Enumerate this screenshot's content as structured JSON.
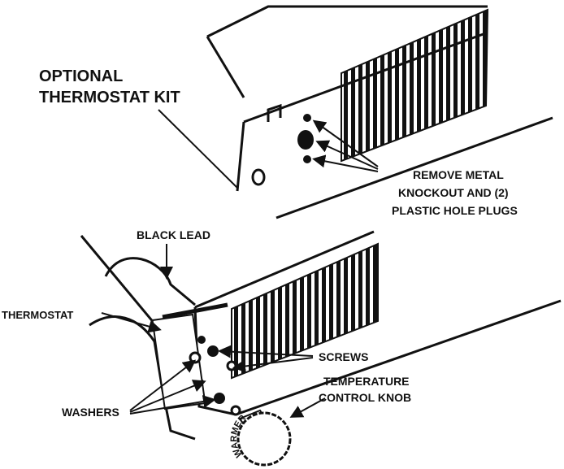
{
  "labels": {
    "kit_line1": "OPTIONAL",
    "kit_line2": "THERMOSTAT KIT",
    "remove_line1": "REMOVE METAL",
    "remove_line2": "KNOCKOUT AND (2)",
    "remove_line3": "PLASTIC HOLE PLUGS",
    "black_lead": "BLACK LEAD",
    "thermostat": "THERMOSTAT",
    "screws": "SCREWS",
    "knob_line1": "TEMPERATURE",
    "knob_line2": "CONTROL KNOB",
    "washers": "WASHERS",
    "knob_text": "WARMER"
  }
}
